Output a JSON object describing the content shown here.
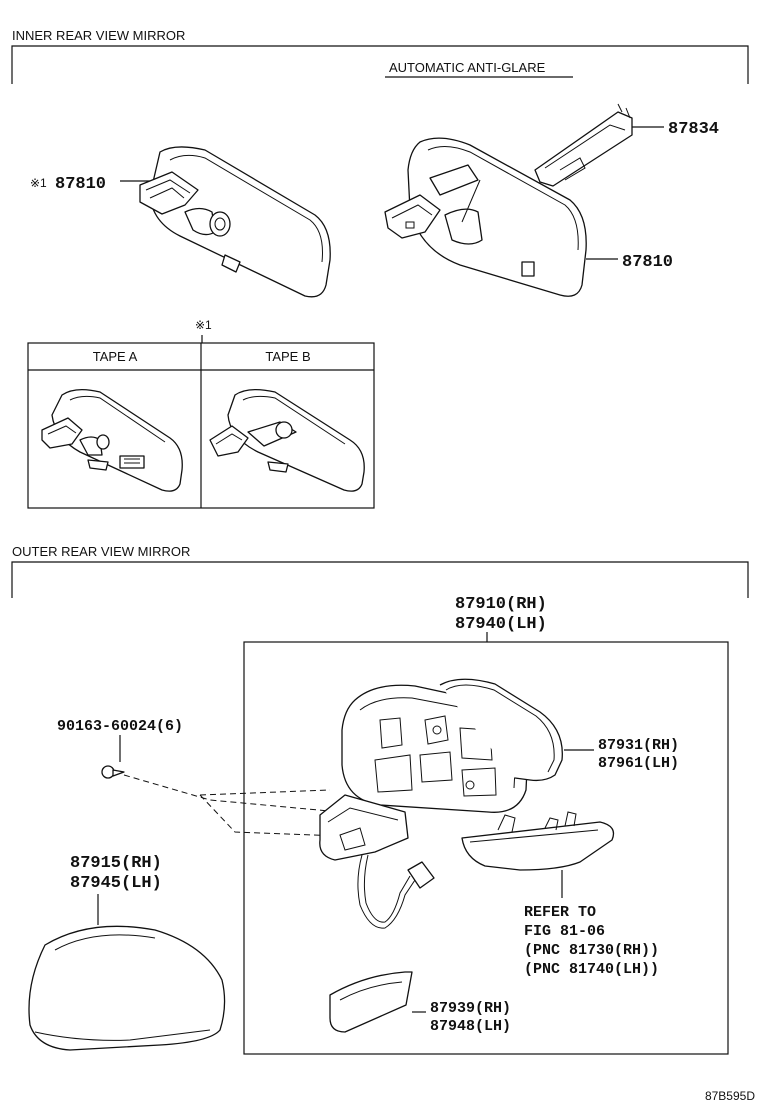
{
  "sections": {
    "inner_title": "INNER REAR VIEW MIRROR",
    "outer_title": "OUTER REAR VIEW MIRROR",
    "anti_glare": "AUTOMATIC ANTI-GLARE"
  },
  "inner": {
    "marker": "※1",
    "part_87810_left": "87810",
    "part_87834": "87834",
    "part_87810_right": "87810",
    "tape_marker": "※1",
    "tape_a": "TAPE A",
    "tape_b": "TAPE B"
  },
  "outer": {
    "assy_rh": "87910(RH)",
    "assy_lh": "87940(LH)",
    "screw": "90163-60024(6)",
    "cover_rh": "87915(RH)",
    "cover_lh": "87945(LH)",
    "glass_rh": "87931(RH)",
    "glass_lh": "87961(LH)",
    "refer_1": "REFER TO",
    "refer_2": "FIG 81-06",
    "refer_3": "(PNC 81730(RH))",
    "refer_4": "(PNC 81740(LH))",
    "lower_rh": "87939(RH)",
    "lower_lh": "87948(LH)"
  },
  "figure_code": "87B595D"
}
